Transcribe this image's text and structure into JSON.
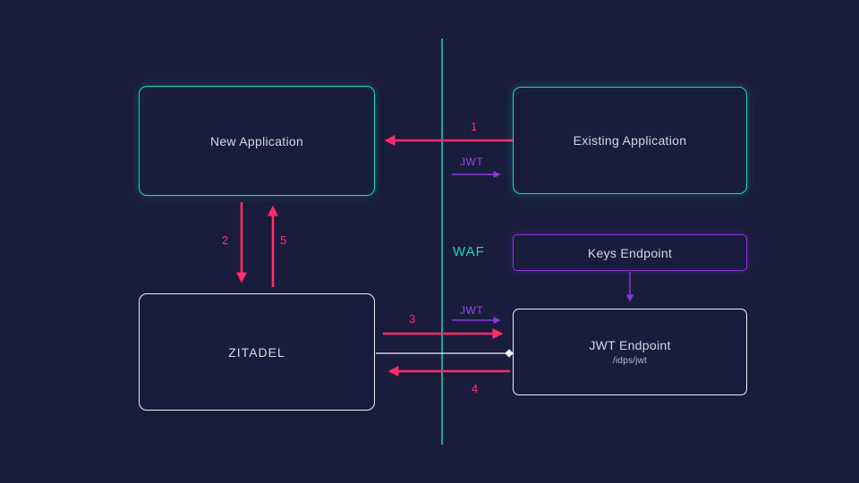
{
  "boxes": {
    "new_application": {
      "label": "New Application"
    },
    "existing_application": {
      "label": "Existing Application"
    },
    "keys_endpoint": {
      "label": "Keys Endpoint"
    },
    "zitadel": {
      "label": "ZITADEL"
    },
    "jwt_endpoint": {
      "label": "JWT Endpoint",
      "path": "/idps/jwt"
    }
  },
  "labels": {
    "waf": "WAF",
    "jwt_request_top": "JWT",
    "jwt_request_bottom": "JWT"
  },
  "steps": {
    "s1": "1",
    "s2": "2",
    "s3": "3",
    "s4": "4",
    "s5": "5"
  },
  "colors": {
    "background": "#1a1c3c",
    "cyan_accent": "#15d6c5",
    "pink_accent": "#ff2d68",
    "purple_accent": "#8a36dd",
    "light_border": "#f0f1f7",
    "text": "#d5d8e6"
  }
}
